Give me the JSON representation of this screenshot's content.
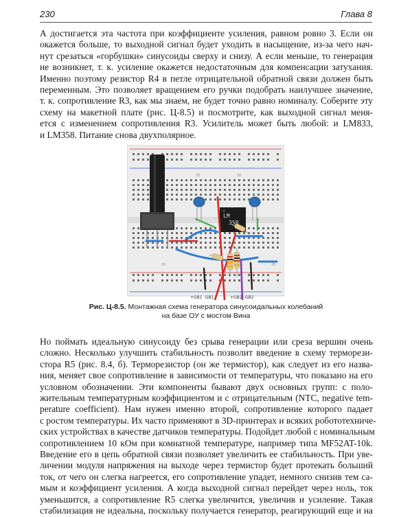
{
  "header": {
    "page_number": "230",
    "chapter": "Глава 8"
  },
  "paragraph1": [
    "А достигается эта частота при коэффициенте усиления, равном ровно 3. Если он",
    "окажется больше, то выходной сигнал будет уходить в насыщение, из-за чего нач-",
    "нут срезаться «горбушки» синусоиды сверху и снизу. А если меньше, то генерация",
    "не возникнет, т. к. усиление окажется недостаточным для компенсации затухания.",
    "Именно поэтому резистор R4 в петле отрицательной обратной связи должен быть",
    "переменным. Это позволяет вращением его ручки подобрать наилучшее значение,",
    "т. к. сопротивление R3, как мы знаем, не будет точно равно номиналу. Соберите эту",
    "схему на макетной плате (рис. Ц-8.5) и посмотрите, как выходной сигнал меня-",
    "ется с изменением сопротивления R3. Усилитель может быть любой: и LM833,",
    "и LM358. Питание снова двухполярное."
  ],
  "figure": {
    "chip_label_line1": "LM",
    "chip_label_line2": "358",
    "column_numbers": [
      "35",
      "30",
      "25",
      "20"
    ],
    "supply_labels": [
      "+GB1 -GB1",
      "+GB2 -GB2"
    ]
  },
  "caption": {
    "prefix": "Рис. Ц-8.5.",
    "line1": " Монтажная схема генератора синусоидальных колебаний",
    "line2": "на базе ОУ с мостом Вина"
  },
  "paragraph2": [
    "Но поймать идеальную синусоиду без срыва генерации или среза вершин очень",
    "сложно. Несколько улучшить стабильность позволит введение в схему терморези-",
    "стора R5 (рис. 8.4, б). Терморезистор (он же термистор), как следует из его назва-",
    "ния, меняет свое сопротивление в зависимости от температуры, что показано на его",
    "условном обозначении. Эти компоненты бывают двух основных групп: с поло-",
    "жительным температурным коэффициентом и с отрицательным (NTC, negative tem-",
    "perature coefficient). Нам нужен именно второй, сопротивление которого падает",
    "с ростом температуры. Их часто применяют в 3D-принтерах и всяких робототехниче-",
    "ских устройствах в качестве датчиков температуры. Подойдет любой с номинальным",
    "сопротивлением 10 кОм при комнатной температуре, например типа MF52AT-10k.",
    "Введение его в цепь обратной связи позволяет увеличить ее стабильность. При уве-",
    "личении модуля напряжения на выходе через термистор будет протекать больший",
    "ток, от чего он слегка нагреется, его сопротивление упадет, немного снизив тем са-",
    "мым и коэффициент усиления. А когда выходной сигнал перейдет через ноль, ток",
    "уменьшится, а сопротивление R5 слегка увеличится, увеличив и усиление. Такая",
    "стабилизация не идеальна, поскольку получается генератор, реагирующий еще и на"
  ]
}
